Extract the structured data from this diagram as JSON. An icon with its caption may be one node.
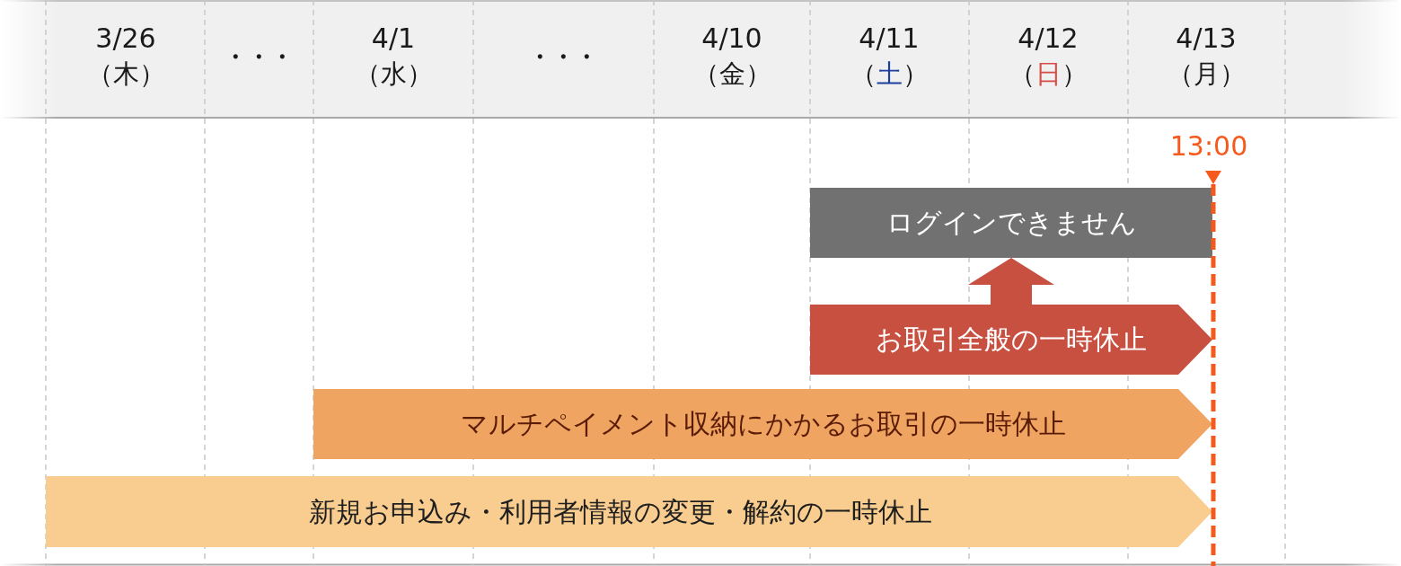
{
  "diagram": {
    "nodes": [
      {
        "text": [
          "ログインできません"
        ]
      },
      {
        "text": [
          "お取引全般の一時休止"
        ]
      },
      {
        "text": [
          "マルチペイメント収納にかかるお取引の一時休止"
        ]
      },
      {
        "text": [
          "新規お申込み・利用者情報の変更・解約の一時休止"
        ]
      }
    ],
    "edges": [
      {
        "from": 1,
        "to": 0,
        "arrow": "to"
      }
    ],
    "labels": [
      "3/26",
      "（木）",
      "・・・",
      "4/1",
      "（水）",
      "・・・",
      "4/10",
      "（金）",
      "4/11",
      "（土）",
      "4/12",
      "（日）",
      "4/13",
      "（月）",
      "13:00"
    ]
  }
}
